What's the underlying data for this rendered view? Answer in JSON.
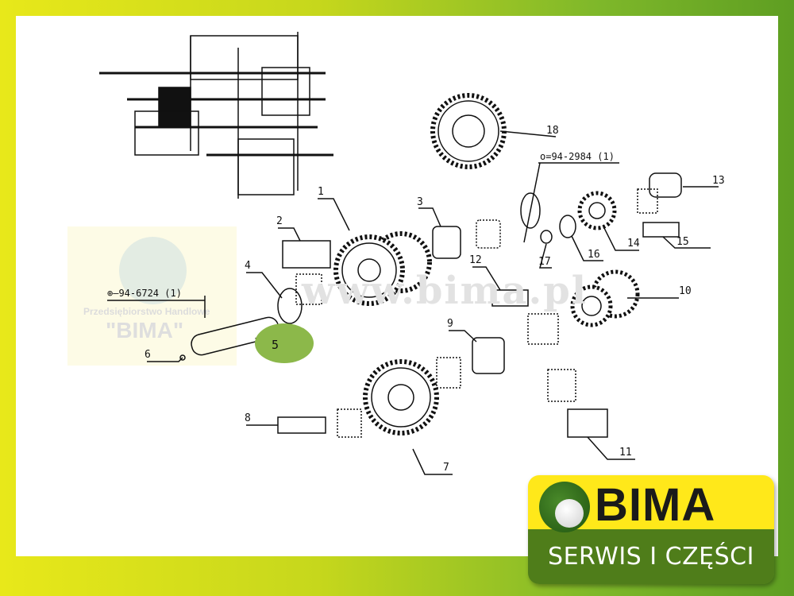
{
  "diagram": {
    "callouts": [
      "1",
      "2",
      "3",
      "4",
      "5",
      "6",
      "7",
      "8",
      "9",
      "10",
      "11",
      "12",
      "13",
      "14",
      "15",
      "16",
      "17",
      "18"
    ],
    "references": {
      "kit_top": "o=94-2984 (1)",
      "kit_left": "⊕—94-6724 (1)"
    },
    "highlight_color": "#8cb84a"
  },
  "watermark": {
    "url": "www.bima.pl",
    "company": "Przedsiębiorstwo Handlowe",
    "name": "\"BIMA\""
  },
  "logo": {
    "name": "BIMA",
    "tagline": "SERWIS I CZĘŚCI"
  }
}
